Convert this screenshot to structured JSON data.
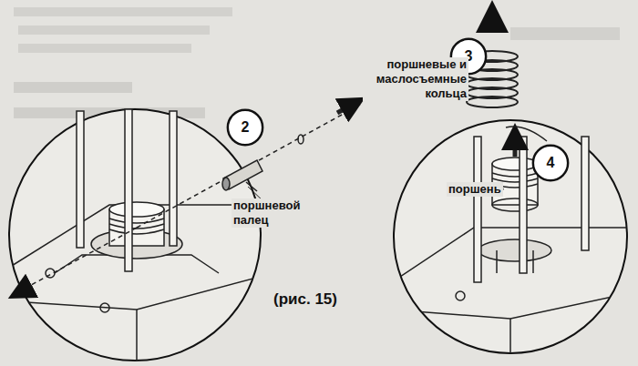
{
  "diagram": {
    "caption": "(рис. 15)",
    "nodes": [
      {
        "text": [
          "2"
        ]
      },
      {
        "text": [
          "3"
        ]
      },
      {
        "text": [
          "4"
        ]
      }
    ],
    "labels": [
      "поршневые и маслосъемные кольца",
      "поршневой палец",
      "поршень"
    ]
  }
}
